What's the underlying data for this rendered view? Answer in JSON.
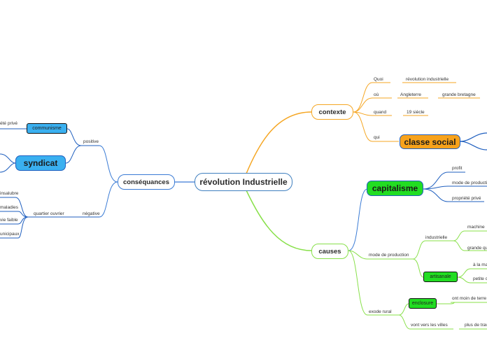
{
  "central": "révolution Industrielle",
  "contexte": {
    "label": "contexte",
    "quoi": "Quoi",
    "quoi_val": "révolution industrielle",
    "ou": "où",
    "ou_val": "Angleterre",
    "ou_val2": "grande bretagne",
    "quand": "quand",
    "quand_val": "19 siècle",
    "qui": "qui",
    "classe": "classe social"
  },
  "causes": {
    "label": "causes",
    "capitalisme": "capitalisme",
    "profit": "profit",
    "mode_prod_cap": "mode de production",
    "propriete": "propriété privé",
    "mode_prod": "mode de production",
    "industrielle": "industrielle",
    "machine": "machine",
    "grande_qu": "grande qu",
    "artisanale": "artisanale",
    "a_la_ma": "à la ma",
    "petite": "petite c",
    "exode": "exode rural",
    "enclosure": "enclosure",
    "moins_terre": "ont moin de terre",
    "vont_villes": "vont vers les villes",
    "plus_trav": "plus de trav"
  },
  "consequances": {
    "label": "conséquances",
    "positive": "positive",
    "communisme": "communisme",
    "prop_prive": "été privé",
    "syndicat": "syndicat",
    "negative": "négative",
    "quartier": "quartier ouvrier",
    "insalubre": "insalubre",
    "maladies": "maladies",
    "vie_faible": "vie faible",
    "municipaux": "unicipaux"
  },
  "colors": {
    "orange": "#f5a623",
    "green": "#22dd22",
    "blue": "#3a7bd5",
    "lightgreen": "#88e04a",
    "classe_fill": "#f7a21b",
    "syndicat_fill": "#3ab0f0",
    "communisme_fill": "#3ab0f0"
  }
}
